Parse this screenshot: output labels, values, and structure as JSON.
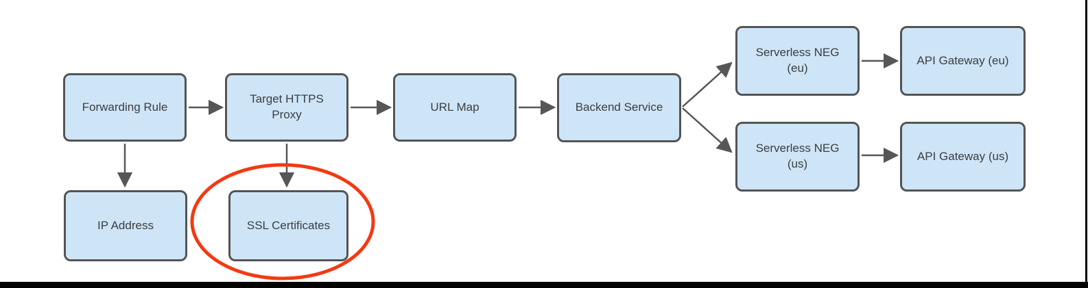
{
  "diagram": {
    "nodes": {
      "forwarding_rule": {
        "label": "Forwarding Rule"
      },
      "target_https_proxy": {
        "label": "Target HTTPS Proxy"
      },
      "url_map": {
        "label": "URL Map"
      },
      "backend_service": {
        "label": "Backend Service"
      },
      "serverless_neg_eu": {
        "label": "Serverless NEG (eu)"
      },
      "api_gateway_eu": {
        "label": "API Gateway (eu)"
      },
      "serverless_neg_us": {
        "label": "Serverless NEG (us)"
      },
      "api_gateway_us": {
        "label": "API Gateway (us)"
      },
      "ip_address": {
        "label": "IP Address"
      },
      "ssl_certificates": {
        "label": "SSL Certificates"
      }
    },
    "highlight": {
      "shape": "ellipse",
      "around": "ssl_certificates"
    },
    "colors": {
      "node_fill": "#cde5f7",
      "node_border": "#545454",
      "node_text": "#3d3d3d",
      "arrow_color": "#565656",
      "highlight_color": "#f23a13",
      "frame_color": "#000000"
    }
  }
}
